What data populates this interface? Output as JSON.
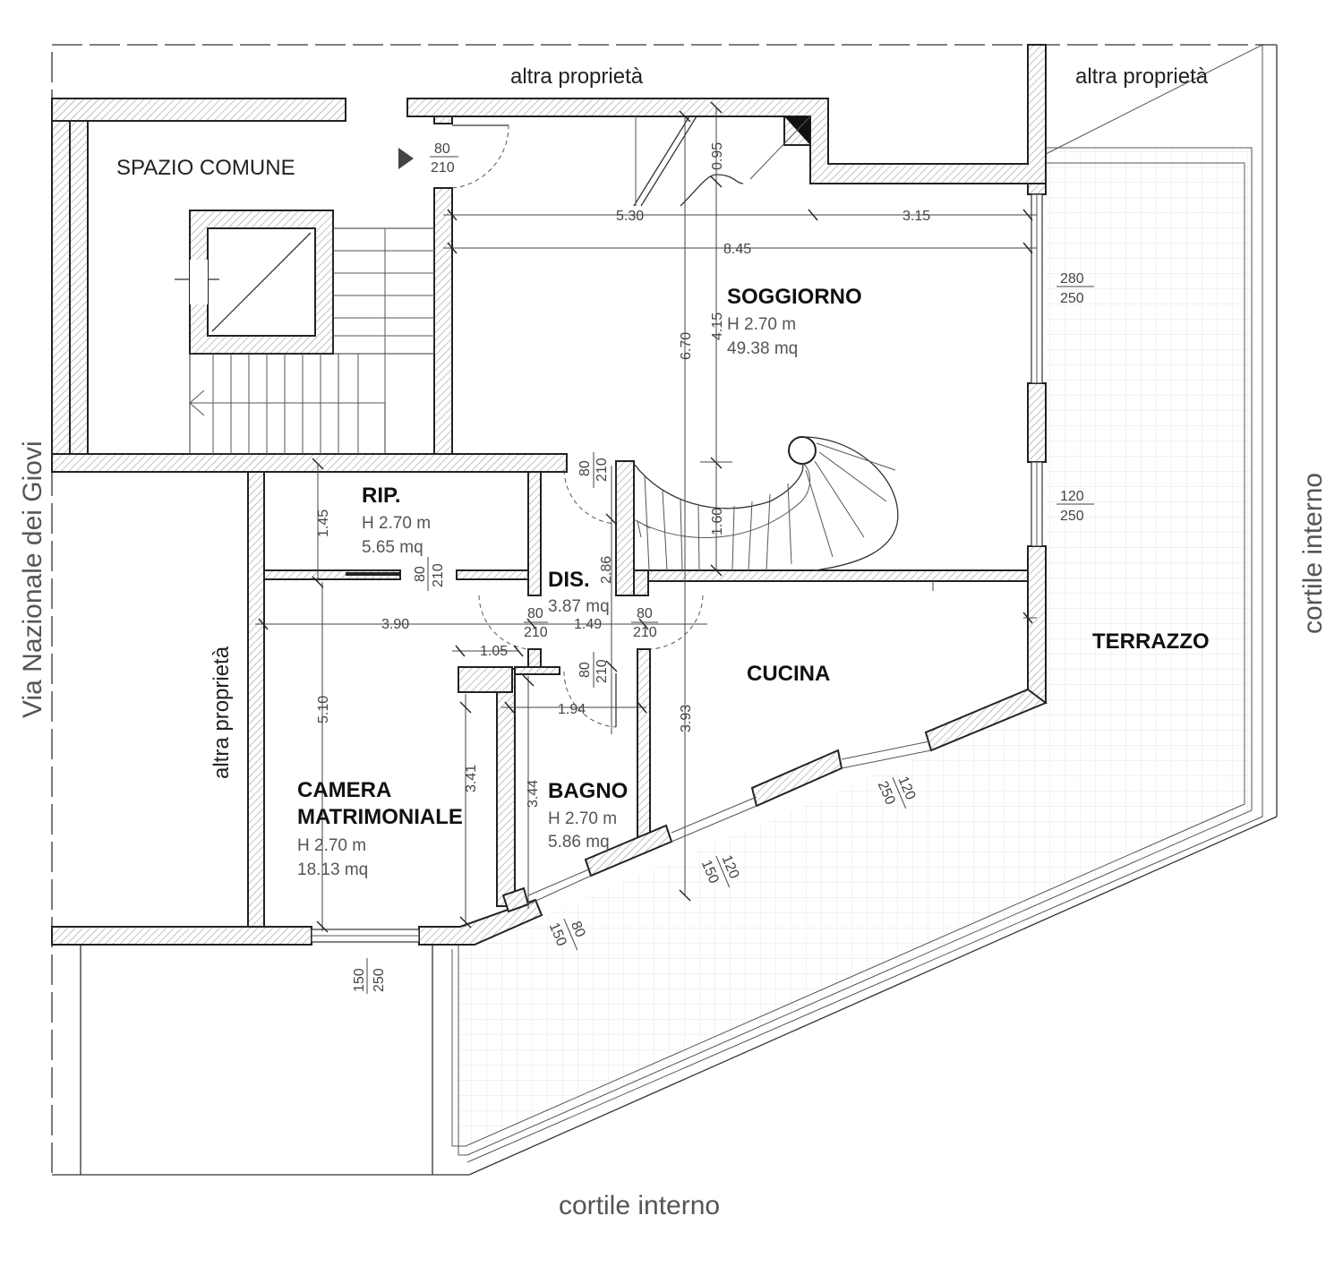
{
  "context": {
    "top_left_property": "altra proprietà",
    "top_right_property": "altra proprietà",
    "left_property": "altra proprietà",
    "street": "Via Nazionale dei Giovi",
    "courtyard_bottom": "cortile interno",
    "courtyard_right": "cortile interno"
  },
  "rooms": {
    "common": {
      "name": "SPAZIO COMUNE"
    },
    "living": {
      "name": "SOGGIORNO",
      "height": "H 2.70 m",
      "area": "49.38 mq"
    },
    "storage": {
      "name": "RIP.",
      "height": "H 2.70 m",
      "area": "5.65 mq"
    },
    "hall": {
      "name": "DIS.",
      "area": "3.87 mq"
    },
    "kitchen": {
      "name": "CUCINA"
    },
    "bedroom": {
      "name1": "CAMERA",
      "name2": "MATRIMONIALE",
      "height": "H 2.70 m",
      "area": "18.13 mq"
    },
    "bath": {
      "name": "BAGNO",
      "height": "H 2.70 m",
      "area": "5.86 mq"
    },
    "terrace": {
      "name": "TERRAZZO"
    }
  },
  "dimensions": {
    "d530": "5.30",
    "d315": "3.15",
    "d845": "8.45",
    "d095": "0.95",
    "d670": "6.70",
    "d415": "4.15",
    "d160": "1.60",
    "d145": "1.45",
    "d286": "2.86",
    "d390": "3.90",
    "d149": "1.49",
    "d105": "1.05",
    "d194": "1.94",
    "d510": "5.10",
    "d341": "3.41",
    "d344": "3.44",
    "d393": "3.93"
  },
  "openings": {
    "entry": {
      "w": "80",
      "h": "210"
    },
    "liv_win1": {
      "w": "280",
      "h": "250"
    },
    "liv_win2": {
      "w": "120",
      "h": "250"
    },
    "stair_door": {
      "w": "80",
      "h": "210"
    },
    "storage_door": {
      "w": "80",
      "h": "210"
    },
    "hall_door_left": {
      "w": "80",
      "h": "210"
    },
    "hall_door_right": {
      "w": "80",
      "h": "210"
    },
    "bath_door": {
      "w": "80",
      "h": "210"
    },
    "kitchen_win1": {
      "w": "120",
      "h": "250"
    },
    "kitchen_win2": {
      "w": "120",
      "h": "150"
    },
    "bath_win": {
      "w": "80",
      "h": "150"
    },
    "bedroom_win": {
      "w": "150",
      "h": "250"
    }
  }
}
